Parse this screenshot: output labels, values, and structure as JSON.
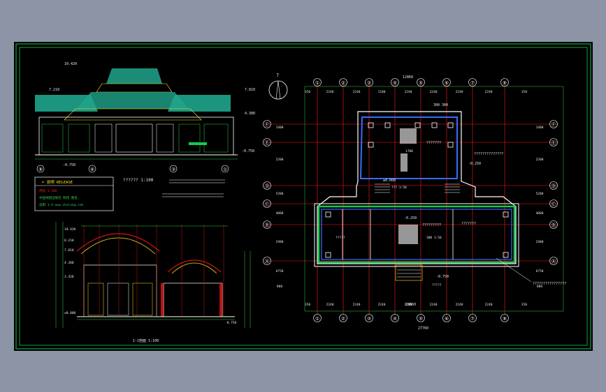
{
  "colors": {
    "background": "#8d94a6",
    "sheet": "#000000",
    "border_green": "#17c94f",
    "grid_red": "#ff1a1a",
    "dim_green": "#2fd24a",
    "wall_white": "#ffffff",
    "wall_blue": "#3b6bff",
    "roof_teal": "#1fa58c",
    "ornament_yellow": "#ffe81a",
    "text_white": "#e8e8e8"
  },
  "elevation": {
    "levels": [
      "10.420",
      "7.210",
      "7.810",
      "4.380",
      "-0.750",
      "-0.750"
    ],
    "axes": [
      "⑧",
      "⑥",
      "③",
      "①"
    ]
  },
  "title_box": {
    "heading": "= 说明 RELEASE",
    "line1": "用途 1:100",
    "line2": "中国地图出版社 制作 图名",
    "line3": "说明 1:4 www.zhulong.com"
  },
  "scale_label": "?????? 1:100",
  "section": {
    "levels": [
      "10.420",
      "8.210",
      "7.810",
      "4.380",
      "3.420",
      "±0.000",
      "-0.750"
    ],
    "title": "1-1剖面 1:100"
  },
  "plan": {
    "north_label": "?",
    "col_axes": [
      "①",
      "②",
      "③",
      "④",
      "⑤",
      "⑥",
      "⑦",
      "⑧"
    ],
    "row_axes": [
      "Ⓕ",
      "Ⓔ",
      "Ⓓ",
      "Ⓒ",
      "Ⓑ",
      "Ⓐ"
    ],
    "top_dims": [
      "350",
      "2240",
      "2240",
      "1100",
      "2240",
      "2240",
      "2240",
      "2240",
      "350"
    ],
    "top_total": "12860",
    "bottom_dims": [
      "350",
      "2240",
      "2240",
      "2240",
      "2240",
      "2240",
      "2240",
      "2240",
      "350"
    ],
    "bottom_total": "27760",
    "bottom_total2": "23660",
    "left_dims": [
      "1400",
      "2200",
      "5200",
      "4000",
      "2400",
      "6750",
      "800"
    ],
    "right_dims": [
      "1400",
      "2200",
      "5200",
      "4000",
      "2400",
      "6750",
      "800"
    ],
    "labels": {
      "north_strip": "300 300",
      "room_upper": "???????",
      "dim_1700": "1700",
      "note_upper": "??????????????",
      "level_upper": "-0.250",
      "level_mid": "±0.000",
      "stair_note": "??? 1:50",
      "level_hall": "-0.250",
      "hall_note": "?????????",
      "left_room": "?????",
      "right_room": "???????",
      "hall_dim": "300 1:50",
      "entry_level": "-0.750",
      "entry_note": "?????",
      "callout": "????????????????"
    }
  }
}
